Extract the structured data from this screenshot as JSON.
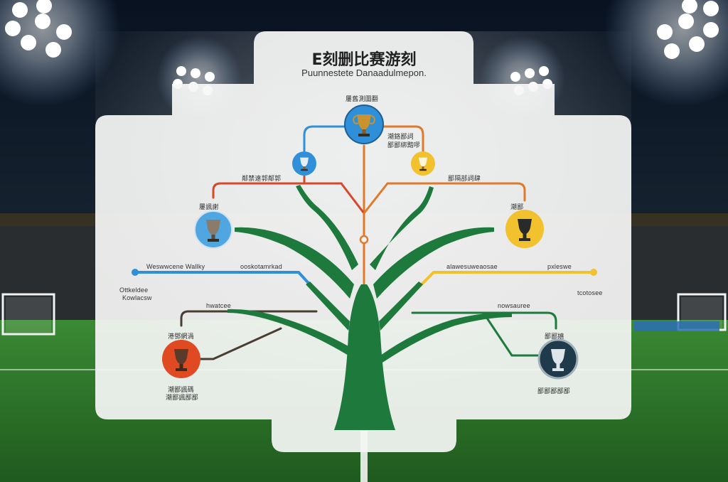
{
  "title": "E刻删比赛游刻",
  "subtitle": "Puunnestete Danaadulmepon.",
  "colors": {
    "blue": "#2f8fd8",
    "yellow": "#f2c12e",
    "orange": "#e07a2a",
    "red": "#d9472b",
    "green": "#1e7a3c",
    "dark_brown": "#4a3d33",
    "dark_teal": "#1f3a4a"
  },
  "icons": {
    "trophy": "trophy-icon"
  },
  "labels": {
    "top_final": "屢舊測圖翻",
    "top_right_1": "潮鉻鄙詞",
    "top_right_2": "鄙鄙綁黯嘐",
    "mid_left_branch": "鄰禁遠郭鄰郭",
    "mid_right_branch": "鄙隔部詞肆",
    "left_trophy": "屢諷謝",
    "right_trophy": "潮鄙",
    "left_long": "Weswwcene Wallky",
    "left_small": "Ottkeldee",
    "left_small_2": "Kowlacsw",
    "center_left": "ooskotamrkad",
    "right_long": "alawesuweaosae",
    "right_far": "pxleswe",
    "right_small": "tcotosee",
    "lower_left_branch": "hwatcee",
    "lower_right_branch": "nowsauree",
    "bottom_left_title": "港鄧網渦",
    "bottom_left_sub_1": "潮鄙諷碼",
    "bottom_left_sub_2": "潮鄙諷鄙鄙",
    "bottom_right_title": "鄙鄙嬉",
    "bottom_right_sub": "鄙鄙鄙鄙鄙"
  }
}
